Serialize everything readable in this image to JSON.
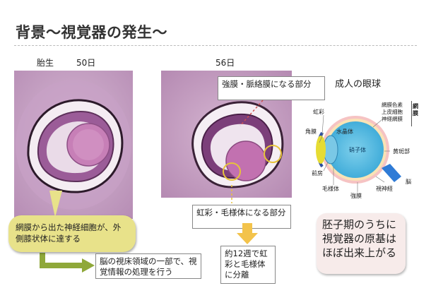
{
  "slide": {
    "title": "背景～視覚器の発生～"
  },
  "labels": {
    "fetal": "胎生",
    "day50": "50日",
    "day56": "56日",
    "adult_eye": "成人の眼球"
  },
  "annotations": {
    "sclera_choroid": "強膜・脈絡膜になる部分",
    "iris_ciliary": "虹彩・毛様体になる部分",
    "retina_to_lgn": "網膜から出た神経細胞が、外側膝状体に達する",
    "thalamus_visual": "脳の視床領域の一部で、視覚情報の処理を行う",
    "week12": "約12週で虹彩と毛様体に分離",
    "summary": "胚子期のうちに視覚器の原基はほぼ出来上がる"
  },
  "eye_diagram": {
    "iris": "虹彩",
    "cornea": "角膜",
    "aqueous": "水晶体",
    "vitreous": "硝子体",
    "anterior_chamber": "前房",
    "ciliary_body": "毛様体",
    "sclera_label": "強膜",
    "optic_nerve": "視神経",
    "brain": "脳",
    "macula": "黄斑部",
    "retina_layers": [
      "網膜色素",
      "上皮細胞",
      "神経網膜"
    ],
    "retina": "網膜"
  },
  "colors": {
    "callout_yellow": "#e8e28a",
    "arrow_green": "#8fa83a",
    "arrow_orange": "#f3c34b",
    "summary_pink": "#f7ebea",
    "highlight_circle": "#e7c33a"
  }
}
